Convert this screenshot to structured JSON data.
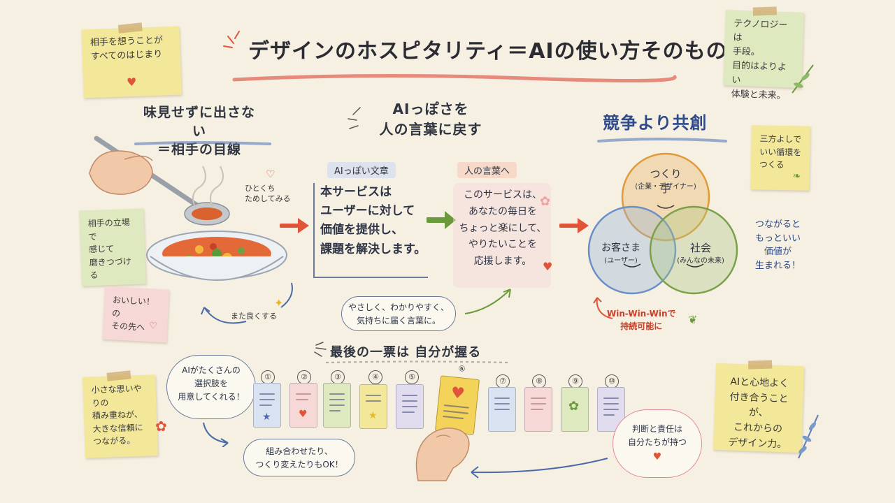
{
  "title": "デザインのホスピタリティ＝AIの使い方そのもの",
  "notes": {
    "top_left": "相手を想うことが\nすべてのはじまり",
    "top_right": "テクノロジーは\n手段。\n目的はよりよい\n体験と未来。",
    "left_mid": "相手の立場で\n感じて\n磨きつづける",
    "left_low": "おいしい！の\nその先へ",
    "right_small": "三方よしで\nいい循環を\nつくる",
    "bottom_left": "小さな思いやりの\n積み重ねが、\n大きな信頼に\nつながる。",
    "bottom_right": "AIと心地よく\n付き合うことが、\nこれからの\nデザイン力。"
  },
  "section1": {
    "heading": "味見せずに出さない\n＝相手の目線",
    "taste_label": "ひとくち\nためしてみる",
    "improve_label": "また良くする"
  },
  "section2": {
    "heading": "AIっぽさを\n人の言葉に戻す",
    "ai_tag": "AIっぽい文章",
    "human_tag": "人の言葉へ",
    "ai_text": "本サービスは\nユーザーに対して\n価値を提供し、\n課題を解決します。",
    "human_text": "このサービスは、\nあなたの毎日を\nちょっと楽にして、\nやりたいことを\n応援します。",
    "bubble": "やさしく、わかりやすく、\n気持ちに届く言葉に。"
  },
  "section3": {
    "heading": "競争より共創",
    "maker": "つくり手",
    "maker_sub": "(企業・デザイナー)",
    "customer": "お客さま",
    "customer_sub": "(ユーザー)",
    "society": "社会",
    "society_sub": "(みんなの未来)",
    "win": "Win-Win-Winで\n持続可能に",
    "side_note": "つながると\nもっといい\n価値が\n生まれる！"
  },
  "section4": {
    "heading": "最後の一票は 自分が握る",
    "ai_bubble": "AIがたくさんの\n選択肢を\n用意してくれる！",
    "combine_bubble": "組み合わせたり、\nつくり変えたりもOK！",
    "judge_bubble": "判断と責任は\n自分たちが持つ",
    "numbers": [
      "①",
      "②",
      "③",
      "④",
      "⑤",
      "⑥",
      "⑦",
      "⑧",
      "⑨",
      "⑩"
    ]
  },
  "colors": {
    "bg": "#f6f0e3",
    "yellow_note": "#f3e79a",
    "green_note": "#dfe9bf",
    "pink_note": "#f6d9d6",
    "arrow_red": "#e0553a",
    "arrow_green": "#6a9a3a",
    "circle_orange": "#e9b35a",
    "circle_blue": "#8fb0d6",
    "circle_green": "#a9c77e"
  }
}
